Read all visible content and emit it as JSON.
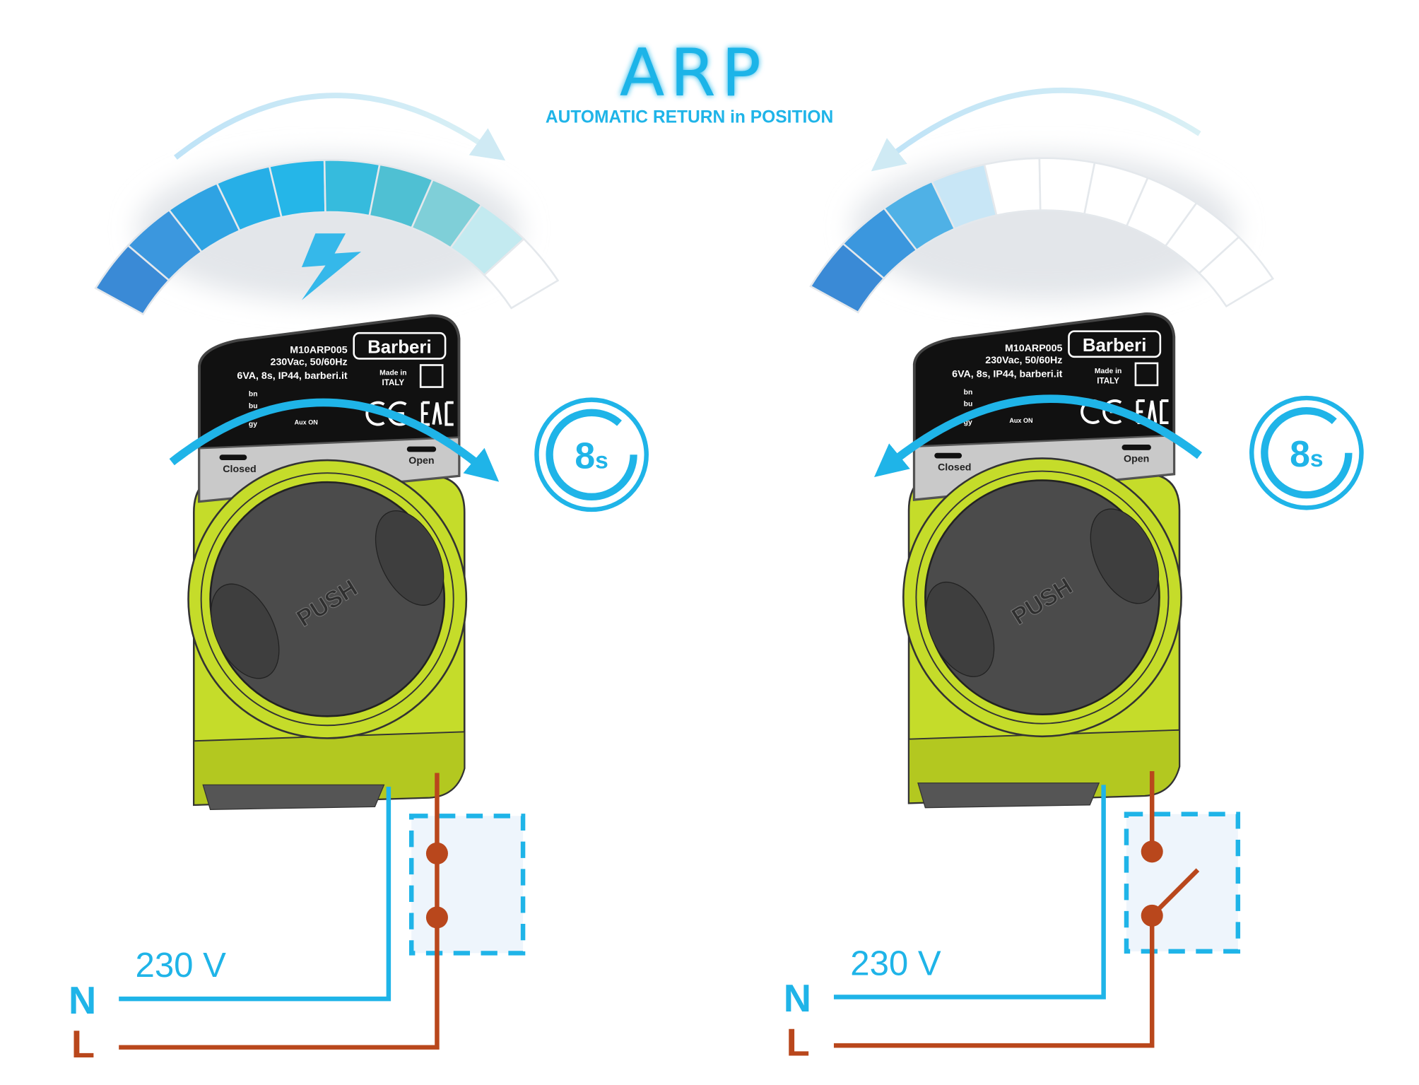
{
  "header": {
    "logo_text": "ARP",
    "subtitle": "AUTOMATIC RETURN in POSITION"
  },
  "colors": {
    "accent_blue": "#1fb4e8",
    "wire_brown": "#b9471c",
    "body_lime": "#c5dc2a",
    "dial_dark": "#4a4a4a"
  },
  "panels": [
    {
      "state": "powered",
      "label": {
        "brand": "Barberi",
        "model": "M10ARP005",
        "supply": "230Vac, 50/60Hz",
        "spec": "6VA, 8s, IP44, barberi.it",
        "made_in": "Made in",
        "country": "ITALY",
        "closed": "Closed",
        "open": "Open",
        "push": "PUSH",
        "aux": "Aux ON",
        "wires": [
          "bn",
          "bu",
          "gy"
        ]
      },
      "timer": {
        "value": "8",
        "unit": "s"
      },
      "voltage": "230 V",
      "neutral": "N",
      "live": "L",
      "switch_closed": true,
      "gauge_fill": 1.0,
      "gauge_colors": [
        "#3a8ad6",
        "#3b97de",
        "#2fa3e3",
        "#27afe7",
        "#25b6e8",
        "#36bbdd",
        "#4fc0d3",
        "#7fcfd8",
        "#c3eaf0",
        "#ffffff"
      ]
    },
    {
      "state": "unpowered-return",
      "label": {
        "brand": "Barberi",
        "model": "M10ARP005",
        "supply": "230Vac, 50/60Hz",
        "spec": "6VA, 8s, IP44, barberi.it",
        "made_in": "Made in",
        "country": "ITALY",
        "closed": "Closed",
        "open": "Open",
        "push": "PUSH",
        "aux": "Aux ON",
        "wires": [
          "bn",
          "bu",
          "gy"
        ]
      },
      "timer": {
        "value": "8",
        "unit": "s"
      },
      "voltage": "230 V",
      "neutral": "N",
      "live": "L",
      "switch_closed": false,
      "gauge_fill": 0.3,
      "gauge_colors": [
        "#3a8ad6",
        "#3b97de",
        "#4fb1e6",
        "#c8e6f6",
        "#ffffff",
        "#ffffff",
        "#ffffff",
        "#ffffff",
        "#ffffff",
        "#ffffff"
      ]
    }
  ]
}
